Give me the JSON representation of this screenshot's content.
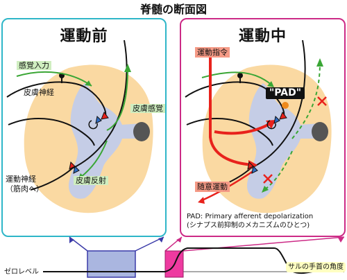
{
  "title": "脊髄の断面図",
  "left_panel": {
    "title": "運動前",
    "sensory_input": "感覚入力",
    "skin_nerve": "皮膚神経",
    "skin_sense": "皮膚感覚",
    "motor_nerve": "運動神経",
    "to_muscle": "（筋肉へ）",
    "skin_reflex": "皮膚反射"
  },
  "right_panel": {
    "title": "運動中",
    "motor_command": "運動指令",
    "pad_tag": "\"PAD\"",
    "voluntary_movement": "随意運動",
    "note_line1": "PAD: Primary afferent depolarization",
    "note_line2": "(シナプス前抑制のメカニズムのひとつ)"
  },
  "trace": {
    "zero_level": "ゼロレベル",
    "wrist_angle": "サルの手首の角度"
  },
  "colors": {
    "rest_frame": "#2eb6c8",
    "move_frame": "#cc2a86",
    "gray_matter": "#c5cde6",
    "white_matter": "#fad9a2",
    "sensory_green": "#3aa635",
    "command_red": "#e8221c",
    "pad_dot": "#ee8a1c",
    "rest_box": "#aab6e0",
    "move_box": "#ee3aa0",
    "label_yellow": "#ffffc2"
  }
}
